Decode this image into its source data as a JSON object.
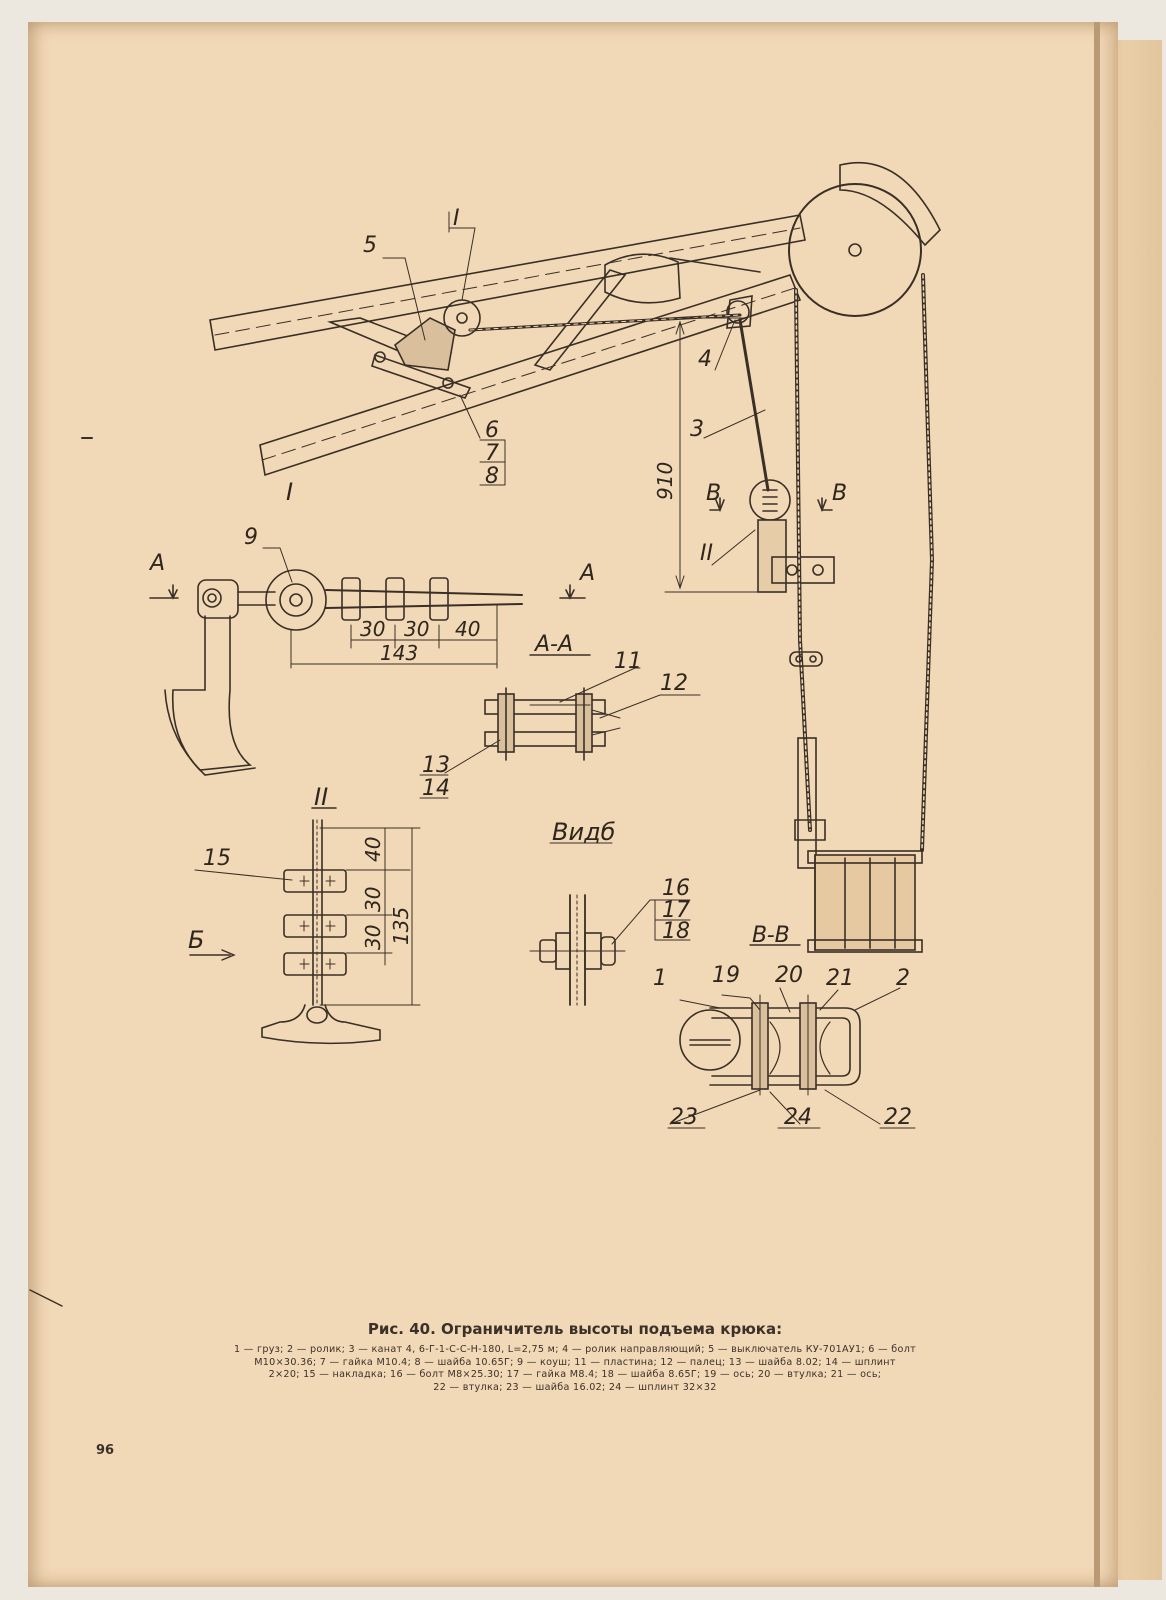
{
  "figure": {
    "caption_title": "Рис. 40. Ограничитель высоты подъема крюка:",
    "legend_lines": [
      "1 — груз; 2 — ролик; 3 — канат 4, 6-Г-1-С-С-Н-180, L=2,75 м; 4 — ролик направляющий; 5 — выключатель КУ-701АУ1; 6 — болт",
      "М10×30.36; 7 — гайка М10.4; 8 — шайба 10.65Г; 9 — коуш; 11 — пластина; 12 — палец; 13 — шайба 8.02; 14 — шплинт",
      "2×20; 15 — накладка; 16 — болт М8×25.30; 17 — гайка М8.4; 18 — шайба 8.65Г; 19 — ось; 20 — втулка; 21 — ось;",
      "22 — втулка; 23 — шайба 16.02; 24 — шплинт 32×32"
    ]
  },
  "page_number": "96",
  "labels": {
    "p1": "1",
    "p2": "2",
    "p3": "3",
    "p4": "4",
    "p5": "5",
    "p6": "6",
    "p7": "7",
    "p8": "8",
    "p9": "9",
    "p11": "11",
    "p12": "12",
    "p13": "13",
    "p14": "14",
    "p15": "15",
    "p16": "16",
    "p17": "17",
    "p18": "18",
    "p19": "19",
    "p20": "20",
    "p21": "21",
    "p22": "22",
    "p23": "23",
    "p24": "24",
    "view_I_mark": "I",
    "view_I_title": "I",
    "view_II_mark": "II",
    "view_II_title": "II",
    "section_A_left": "A",
    "section_A_right": "A",
    "section_AA": "A-A",
    "section_B_left": "B",
    "section_B_right": "B",
    "section_BB": "B-B",
    "view_arrow_B": "Б",
    "view_B_title": "Видб"
  },
  "dimensions": {
    "height_910": "910",
    "d30a": "30",
    "d30b": "30",
    "d40": "40",
    "d143": "143",
    "v40": "40",
    "v30a": "30",
    "v30b": "30",
    "v135": "135"
  }
}
